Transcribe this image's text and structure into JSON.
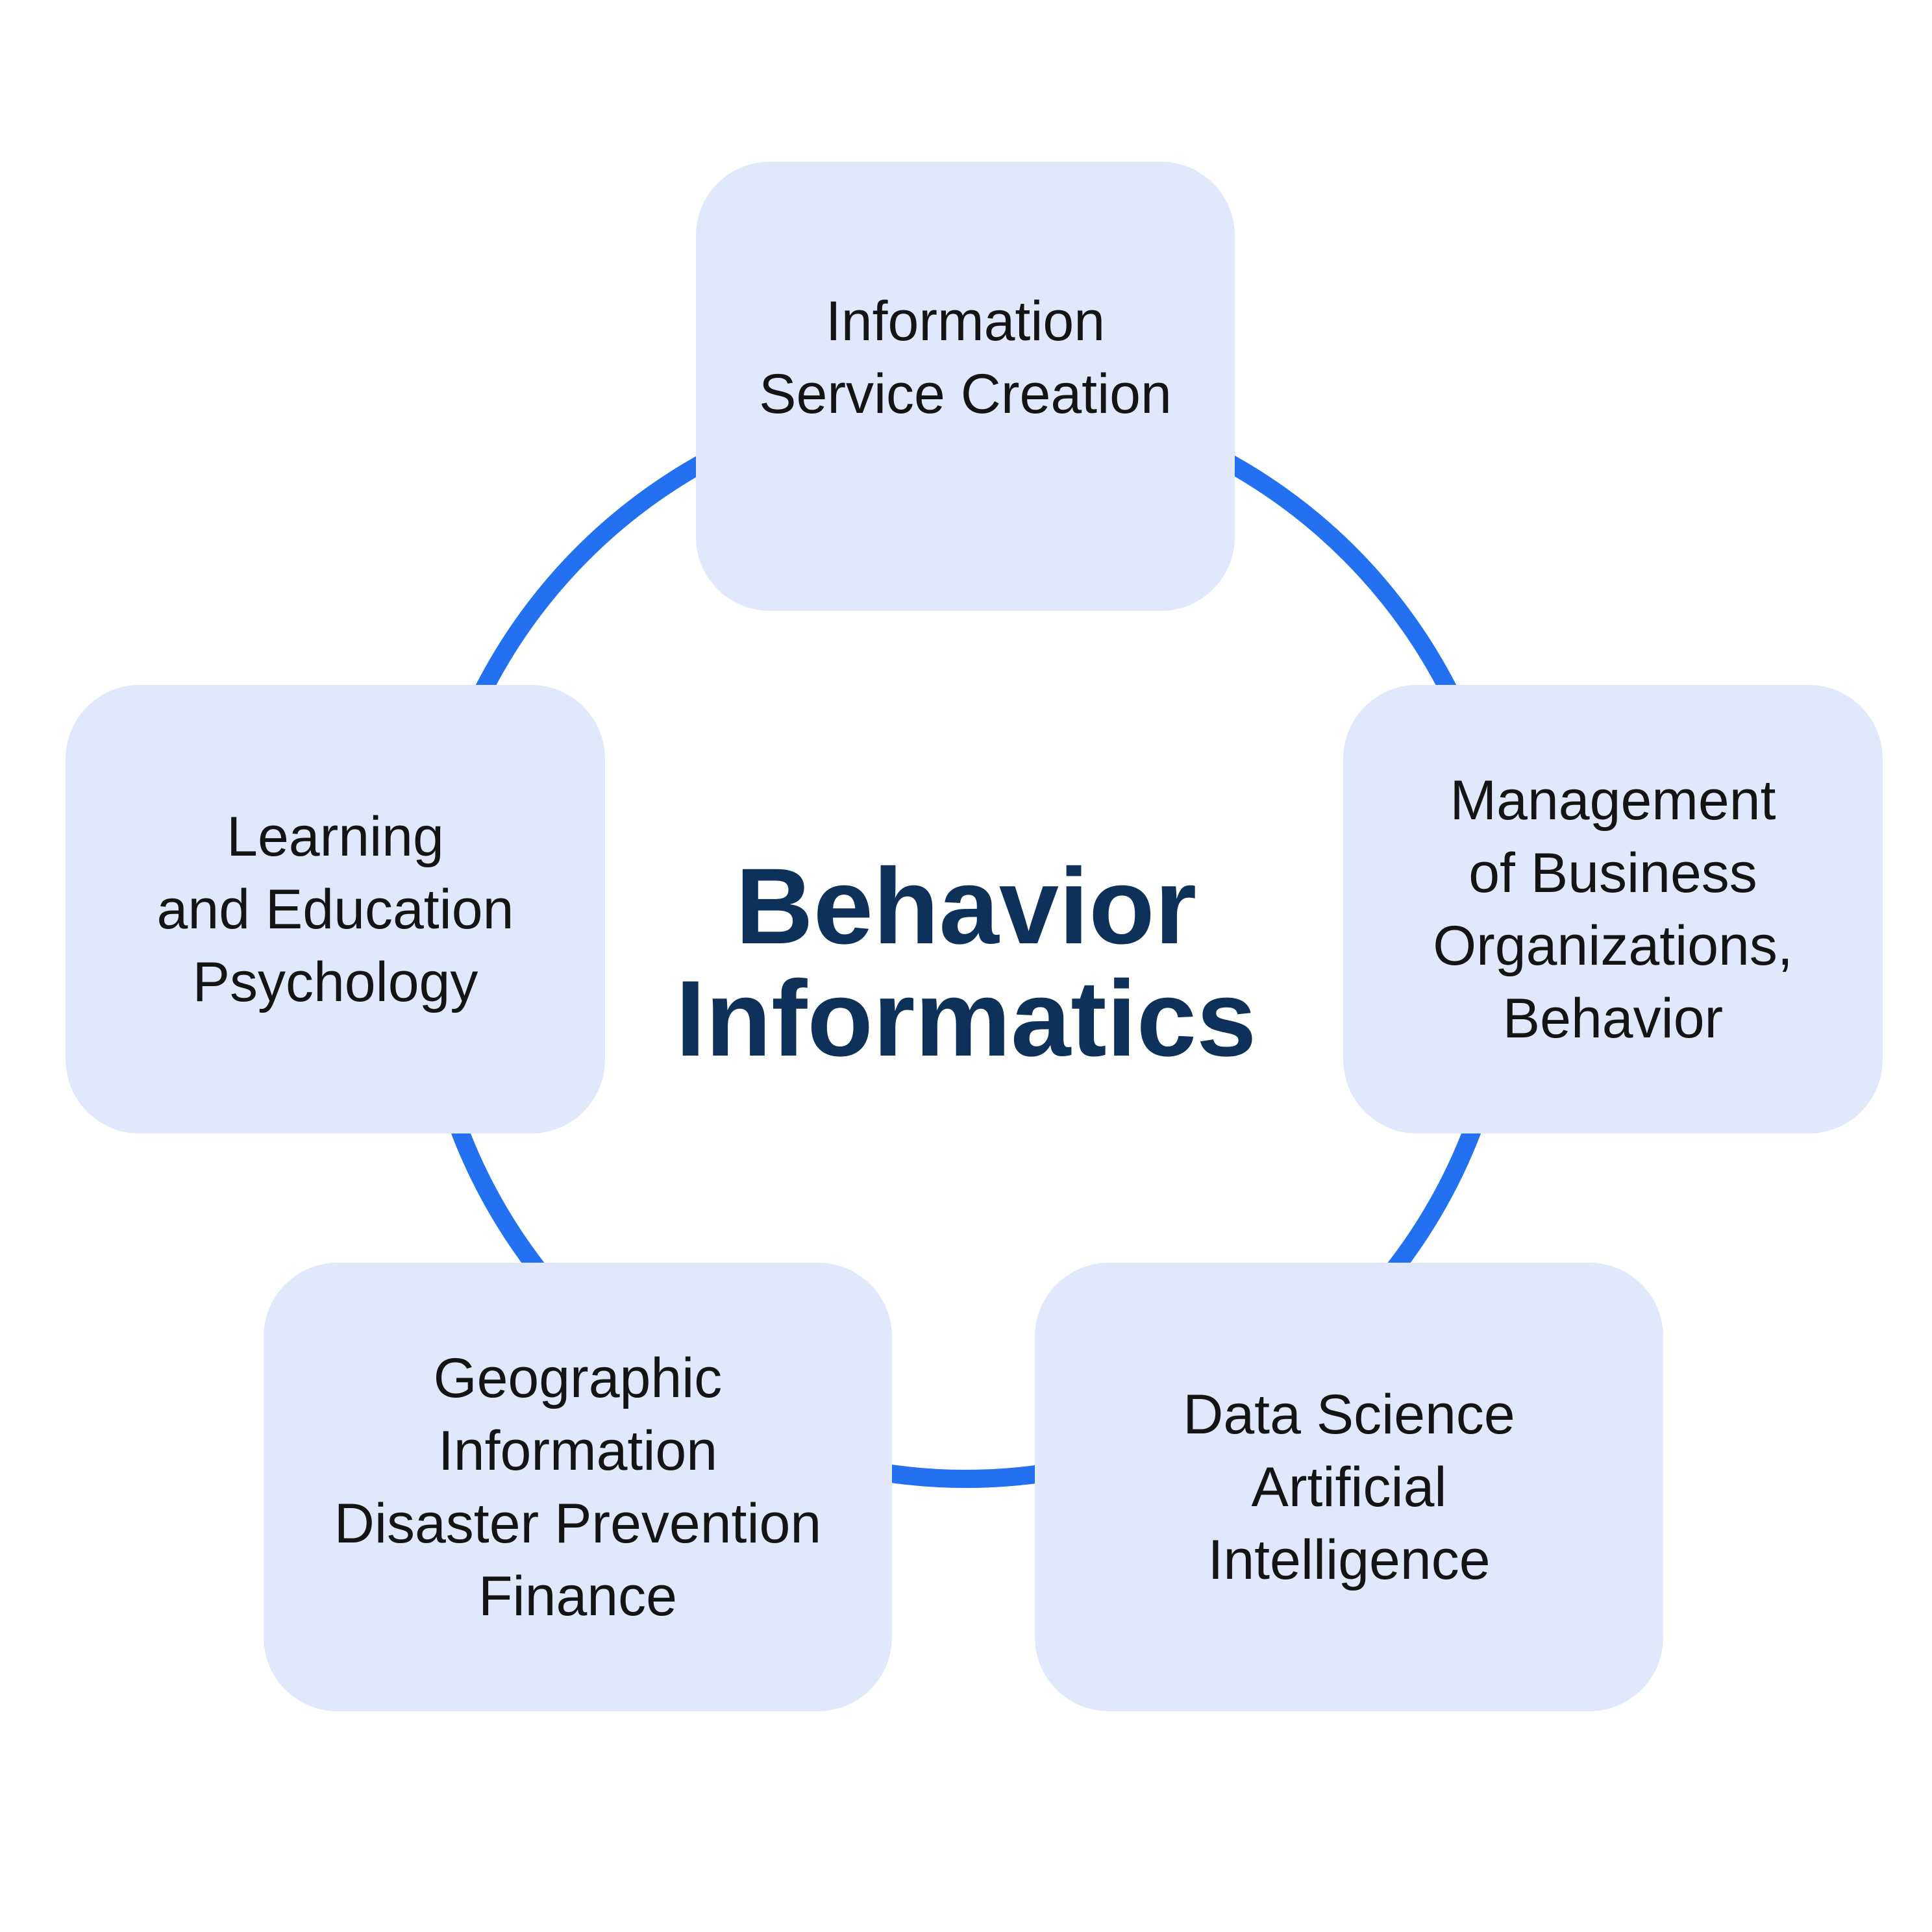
{
  "center_title": "Behavior\nInformatics",
  "colors": {
    "ring": "#2370F0",
    "box": "#E2E8FC",
    "title": "#0E3159"
  },
  "nodes": [
    {
      "label": "Information\nService Creation"
    },
    {
      "label": "Management\nof Business\nOrganizations,\nBehavior"
    },
    {
      "label": "Data Science\nArtificial\nIntelligence"
    },
    {
      "label": "Geographic\nInformation\nDisaster Prevention\nFinance"
    },
    {
      "label": "Learning\nand Education\nPsychology"
    }
  ]
}
